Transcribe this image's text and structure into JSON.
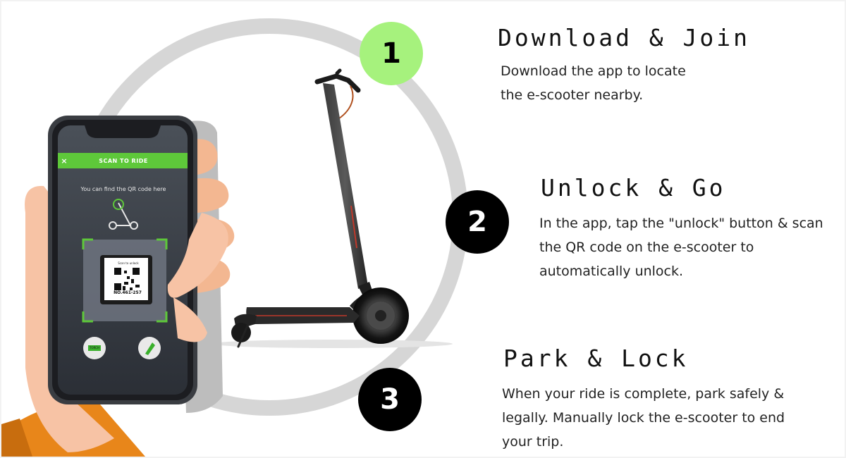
{
  "steps": [
    {
      "number": "1",
      "title": "Download & Join",
      "lines": [
        "Download the app to locate",
        "the e-scooter nearby."
      ]
    },
    {
      "number": "2",
      "title": "Unlock & Go",
      "lines": [
        "In the app, tap the \"unlock\" button & scan",
        "the QR code on the e-scooter to",
        "automatically unlock."
      ]
    },
    {
      "number": "3",
      "title": "Park & Lock",
      "lines": [
        "When your ride is complete, park safely &",
        "legally. Manually lock the e-scooter to end",
        "your trip."
      ]
    }
  ],
  "phone": {
    "close_symbol": "×",
    "header": "SCAN TO RIDE",
    "hint": "You can find the QR code here",
    "qr_caption": "Scan to unlock",
    "qr_id": "NO.461-257",
    "button_label": "TORCH"
  },
  "icons": {
    "scooter_outline": "scooter-outline-icon",
    "torch": "flashlight-icon",
    "flash_toggle": "battery-icon"
  },
  "colors": {
    "accent_green": "#a6f27d",
    "app_header_green": "#5ec83a",
    "ring_gray": "#d6d6d6",
    "badge_black": "#000000",
    "hand_skin": "#f7c3a5",
    "sleeve_orange": "#e8861a"
  }
}
